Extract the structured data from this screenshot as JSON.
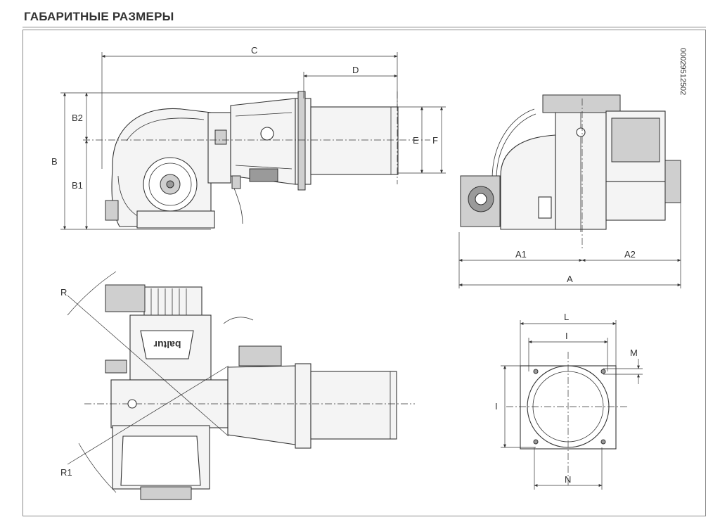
{
  "page": {
    "title": "ГАБАРИТНЫЕ РАЗМЕРЫ",
    "drawing_code": "00029512502"
  },
  "dimensions": {
    "A": "A",
    "A1": "A1",
    "A2": "A2",
    "B": "B",
    "B1": "B1",
    "B2": "B2",
    "C": "C",
    "D": "D",
    "E": "E",
    "F": "F",
    "I": "I",
    "L": "L",
    "M": "M",
    "N": "N",
    "R": "R",
    "R1": "R1"
  },
  "brand": "baltur"
}
